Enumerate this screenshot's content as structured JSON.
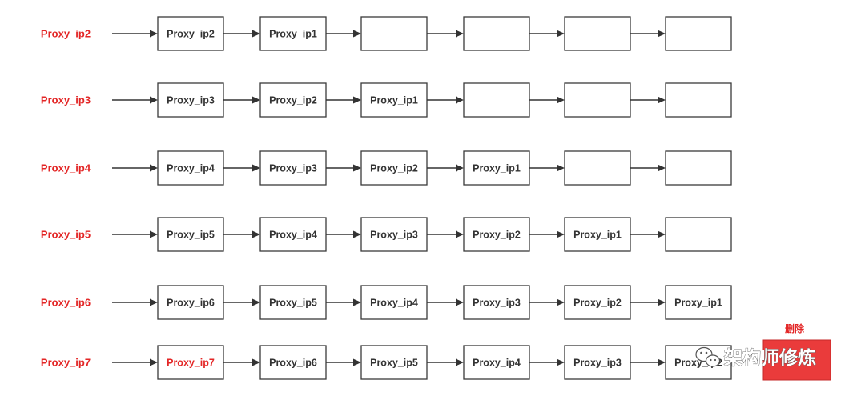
{
  "colors": {
    "highlight": "#e32626",
    "delete_box": "#ea3b3b",
    "text": "#333333"
  },
  "rows": [
    {
      "label": "Proxy_ip2",
      "nodes": [
        "Proxy_ip2",
        "Proxy_ip1",
        "",
        "",
        "",
        ""
      ]
    },
    {
      "label": "Proxy_ip3",
      "nodes": [
        "Proxy_ip3",
        "Proxy_ip2",
        "Proxy_ip1",
        "",
        "",
        ""
      ]
    },
    {
      "label": "Proxy_ip4",
      "nodes": [
        "Proxy_ip4",
        "Proxy_ip3",
        "Proxy_ip2",
        "Proxy_ip1",
        "",
        ""
      ]
    },
    {
      "label": "Proxy_ip5",
      "nodes": [
        "Proxy_ip5",
        "Proxy_ip4",
        "Proxy_ip3",
        "Proxy_ip2",
        "Proxy_ip1",
        ""
      ]
    },
    {
      "label": "Proxy_ip6",
      "nodes": [
        "Proxy_ip6",
        "Proxy_ip5",
        "Proxy_ip4",
        "Proxy_ip3",
        "Proxy_ip2",
        "Proxy_ip1"
      ]
    },
    {
      "label": "Proxy_ip7",
      "nodes": [
        "Proxy_ip7",
        "Proxy_ip6",
        "Proxy_ip5",
        "Proxy_ip4",
        "Proxy_ip3",
        "Proxy_ip2"
      ],
      "highlight_first": true
    }
  ],
  "delete": {
    "label": "删除"
  },
  "watermark": {
    "text": "架构师修炼",
    "icon": "wechat-icon"
  }
}
